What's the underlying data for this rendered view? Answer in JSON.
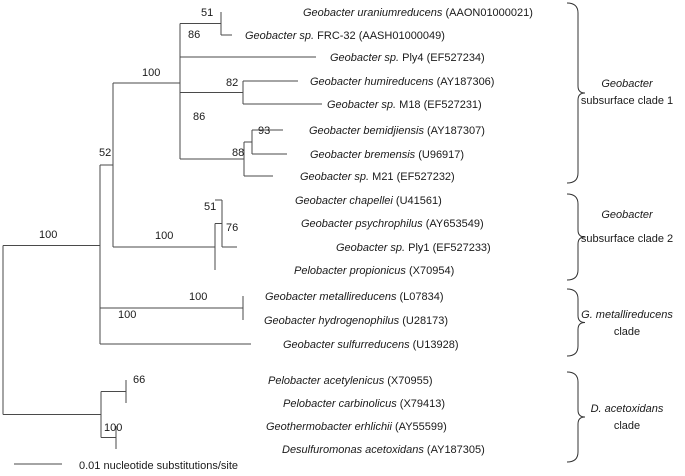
{
  "taxa": [
    {
      "genus": "Geobacter",
      "species": "uraniumreducens",
      "accession": "(AAON01000021)"
    },
    {
      "genus": "Geobacter",
      "species": "sp.",
      "strain": "FRC-32",
      "accession": "(AASH01000049)"
    },
    {
      "genus": "Geobacter",
      "species": "sp.",
      "strain": "Ply4",
      "accession": "(EF527234)"
    },
    {
      "genus": "Geobacter",
      "species": "humireducens",
      "accession": "(AY187306)"
    },
    {
      "genus": "Geobacter",
      "species": "sp.",
      "strain": "M18",
      "accession": "(EF527231)"
    },
    {
      "genus": "Geobacter",
      "species": "bemidjiensis",
      "accession": "(AY187307)"
    },
    {
      "genus": "Geobacter",
      "species": "bremensis",
      "accession": "(U96917)"
    },
    {
      "genus": "Geobacter",
      "species": "sp.",
      "strain": "M21",
      "accession": "(EF527232)"
    },
    {
      "genus": "Geobacter",
      "species": "chapellei",
      "accession": "(U41561)"
    },
    {
      "genus": "Geobacter",
      "species": "psychrophilus",
      "accession": "(AY653549)"
    },
    {
      "genus": "Geobacter",
      "species": "sp.",
      "strain": "Ply1",
      "accession": "(EF527233)"
    },
    {
      "genus": "Pelobacter",
      "species": "propionicus",
      "accession": "(X70954)"
    },
    {
      "genus": "Geobacter",
      "species": "metallireducens",
      "accession": "(L07834)"
    },
    {
      "genus": "Geobacter",
      "species": "hydrogenophilus",
      "accession": "(U28173)"
    },
    {
      "genus": "Geobacter",
      "species": "sulfurreducens",
      "accession": "(U13928)"
    },
    {
      "genus": "Pelobacter",
      "species": "acetylenicus",
      "accession": "(X70955)"
    },
    {
      "genus": "Pelobacter",
      "species": "carbinolicus",
      "accession": "(X79413)"
    },
    {
      "genus": "Geothermobacter",
      "species": "erhlichii",
      "accession": "(AY55599)"
    },
    {
      "genus": "Desulfuromonas",
      "species": "acetoxidans",
      "accession": "(AY187305)"
    }
  ],
  "bootstrap": [
    "51",
    "86",
    "100",
    "82",
    "86",
    "93",
    "88",
    "52",
    "51",
    "76",
    "100",
    "100",
    "100",
    "100",
    "66",
    "100"
  ],
  "clades": [
    {
      "line1": "Geobacter",
      "line1_italic": true,
      "line2": "subsurface clade 1",
      "line2_italic": false
    },
    {
      "line1": "Geobacter",
      "line1_italic": true,
      "line2": "subsurface clade 2",
      "line2_italic": false
    },
    {
      "line1": "G. metallireducens",
      "line1_italic": true,
      "line2": "clade",
      "line2_italic": false
    },
    {
      "line1": "D. acetoxidans",
      "line1_italic": true,
      "line2": "clade",
      "line2_italic": false
    }
  ],
  "scale_bar": {
    "label": "0.01 nucleotide substitutions/site"
  }
}
